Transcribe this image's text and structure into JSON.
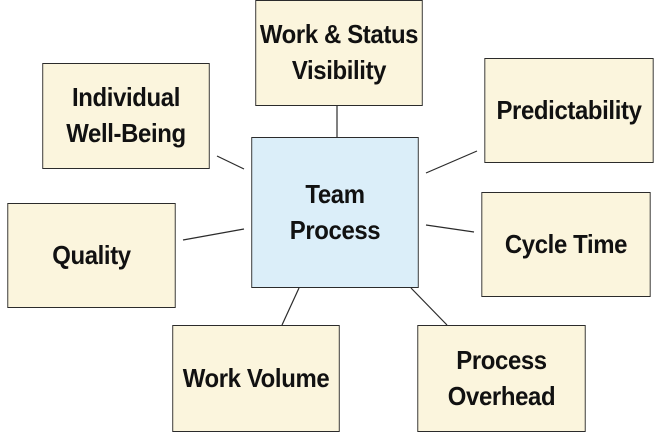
{
  "diagram": {
    "center": {
      "label": "Team\nProcess"
    },
    "nodes": {
      "work_status_visibility": {
        "label": "Work & Status\nVisibility"
      },
      "individual_well_being": {
        "label": "Individual\nWell-Being"
      },
      "predictability": {
        "label": "Predictability"
      },
      "quality": {
        "label": "Quality"
      },
      "cycle_time": {
        "label": "Cycle Time"
      },
      "work_volume": {
        "label": "Work Volume"
      },
      "process_overhead": {
        "label": "Process\nOverhead"
      }
    },
    "colors": {
      "outer_fill": "#fbf5dd",
      "center_fill": "#dbeef9",
      "stroke": "#2b2b2b"
    }
  }
}
